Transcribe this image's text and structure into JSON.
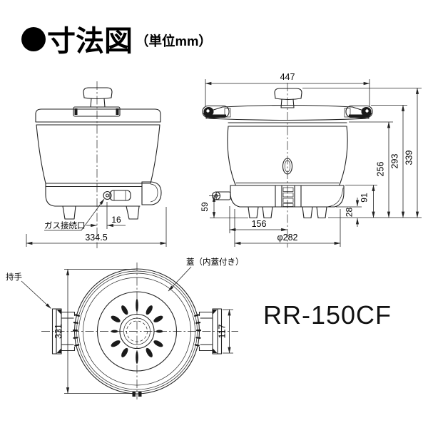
{
  "title": {
    "bullet": "●",
    "text": "寸法図",
    "unit": "（単位mm）"
  },
  "model": "RR-150CF",
  "colors": {
    "line": "#222222",
    "text": "#000000",
    "background": "#ffffff"
  },
  "views": {
    "side_view": {
      "labels": {
        "gas_port": "ガス接続口"
      },
      "dims": {
        "gas_offset": "16",
        "total_depth": "334.5"
      }
    },
    "front_view": {
      "dims": {
        "total_width": "447",
        "total_height": "339",
        "lid_height": "293",
        "body_height": "256",
        "base_height": "91",
        "leg_height": "28",
        "gas_height": "59",
        "leg_span": "156",
        "base_diameter": "φ282"
      }
    },
    "top_view": {
      "labels": {
        "handle": "持手",
        "lid": "蓋（内蓋付き）"
      },
      "dims": {
        "total_depth": "331",
        "handle_height": "117"
      }
    }
  }
}
